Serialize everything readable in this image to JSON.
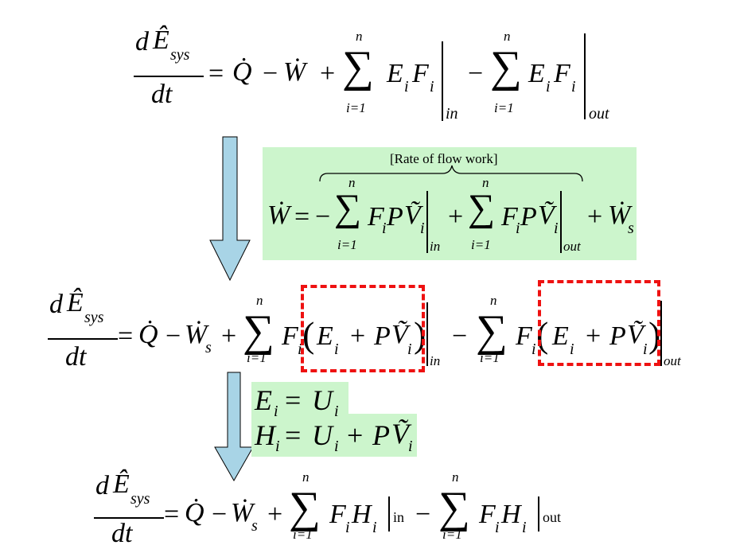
{
  "labels": {
    "d": "d",
    "dt": "dt",
    "E_hat": "Ê",
    "sys": "sys",
    "eq": "=",
    "Qdot": "Q̇",
    "minus": "−",
    "plus": "+",
    "Wdot": "Ẇ",
    "sigma": "∑",
    "n": "n",
    "i_eq_1": "i=1",
    "E": "E",
    "F": "F",
    "P": "P",
    "V_tilde": "Ṽ",
    "i": "i",
    "s": "s",
    "in": "in",
    "out": "out",
    "lparen": "(",
    "rparen": ")",
    "U": "U",
    "H": "H",
    "in_roman": "in",
    "out_roman": "out"
  },
  "flow_work_note": "Rate of flow work",
  "colors": {
    "green_box": "#ccf5cc",
    "arrow_fill": "#a8d4e6",
    "dash_red": "#ee1111"
  }
}
